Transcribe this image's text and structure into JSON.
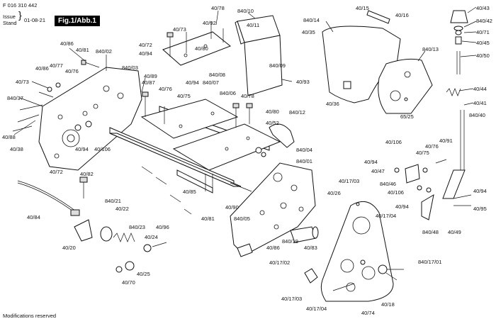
{
  "header": {
    "doc_number": "F 016 310 442",
    "issue_label": "Issue",
    "stand_label": "Stand",
    "issue_date": "01-08-21",
    "figure_title": "Fig.1/Abb.1"
  },
  "footer": {
    "note": "Modifications reserved"
  },
  "labels": {
    "l01": "40/86",
    "l02": "40/81",
    "l03": "840/02",
    "l04": "40/86",
    "l05": "40/77",
    "l06": "40/76",
    "l07": "840/03",
    "l08": "40/89",
    "l09": "40/73",
    "l10": "840/37",
    "l11": "40/87",
    "l12": "40/76",
    "l13": "40/75",
    "l14": "40/94",
    "l15": "840/07",
    "l16": "40/88",
    "l17": "40/38",
    "l18": "40/94",
    "l19": "40/106",
    "l20": "40/72",
    "l21": "40/94",
    "l22": "40/73",
    "l23": "40/78",
    "l24": "40/92",
    "l25": "40/80",
    "l26": "840/08",
    "l27": "840/10",
    "l28": "40/11",
    "l29": "840/09",
    "l30": "40/93",
    "l31": "840/06",
    "l32": "40/78",
    "l33": "40/80",
    "l34": "40/52",
    "l35": "840/12",
    "l36": "840/04",
    "l37": "840/01",
    "l38": "40/15",
    "l39": "40/16",
    "l40": "840/14",
    "l41": "40/35",
    "l42": "840/13",
    "l43": "40/36",
    "l44": "65/25",
    "l45": "40/43",
    "l46": "840/42",
    "l47": "40/71",
    "l48": "40/45",
    "l49": "40/50",
    "l50": "40/44",
    "l51": "40/41",
    "l52": "840/40",
    "l53": "40/72",
    "l54": "40/82",
    "l55": "40/84",
    "l56": "40/20",
    "l57": "840/21",
    "l58": "40/22",
    "l59": "840/23",
    "l60": "40/96",
    "l61": "40/24",
    "l62": "40/25",
    "l63": "40/70",
    "l64": "40/85",
    "l65": "40/81",
    "l66": "40/90",
    "l67": "840/05",
    "l68": "40/86",
    "l69": "840/19",
    "l70": "40/83",
    "l71": "40/17/03",
    "l72": "40/26",
    "l73": "40/17/04",
    "l74": "40/17/02",
    "l75": "40/17/03",
    "l76": "40/17/04",
    "l77": "40/74",
    "l78": "40/18",
    "l79": "840/17/01",
    "l80": "40/106",
    "l81": "40/94",
    "l82": "40/47",
    "l83": "40/75",
    "l84": "40/76",
    "l85": "40/91",
    "l86": "840/46",
    "l87": "40/106",
    "l88": "40/94",
    "l89": "840/48",
    "l90": "40/49",
    "l91": "40/94",
    "l92": "40/95"
  }
}
